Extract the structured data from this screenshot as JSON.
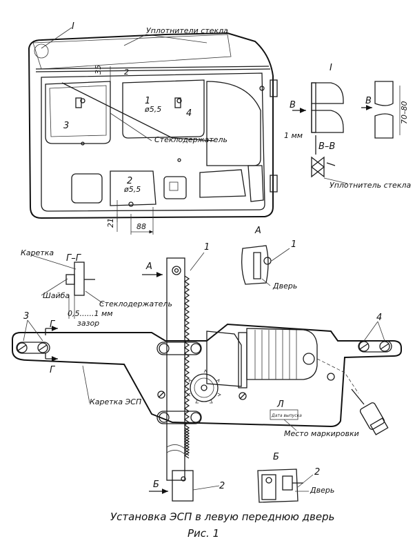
{
  "labels": {
    "glass_seals": "Уплотнители стекла",
    "glass_holder": "Стеклодержатель",
    "glass_seal": "Уплотнитель стекла",
    "carriage": "Каретка",
    "washer": "Шайба",
    "glass_holder2": "Стеклодержатель",
    "gap": "зазор",
    "gap_value": "0,5......1 мм",
    "carriage_esp": "Каретка ЭСП",
    "marking_place": "Место маркировки",
    "door_a": "Дверь",
    "door_b": "Дверь",
    "one_mm": "1 мм",
    "view_tag": "Л",
    "view_tag_small": "Дата выпуска"
  },
  "views": {
    "I": "I",
    "A": "А",
    "B": "Б",
    "V": "В",
    "VV": "В–В",
    "GG": "Г–Г",
    "G": "Г"
  },
  "dims": {
    "d35": "35",
    "d2": "2",
    "d21": "21",
    "d88": "88",
    "d7080": "70–80",
    "hole1": "ø5,5",
    "hole2": "ø5,5"
  },
  "callouts": {
    "c1": "1",
    "c2": "2",
    "c3": "3",
    "c4": "4"
  },
  "caption": {
    "title": "Установка ЭСП в левую переднюю дверь",
    "figure": "Рис. 1"
  }
}
